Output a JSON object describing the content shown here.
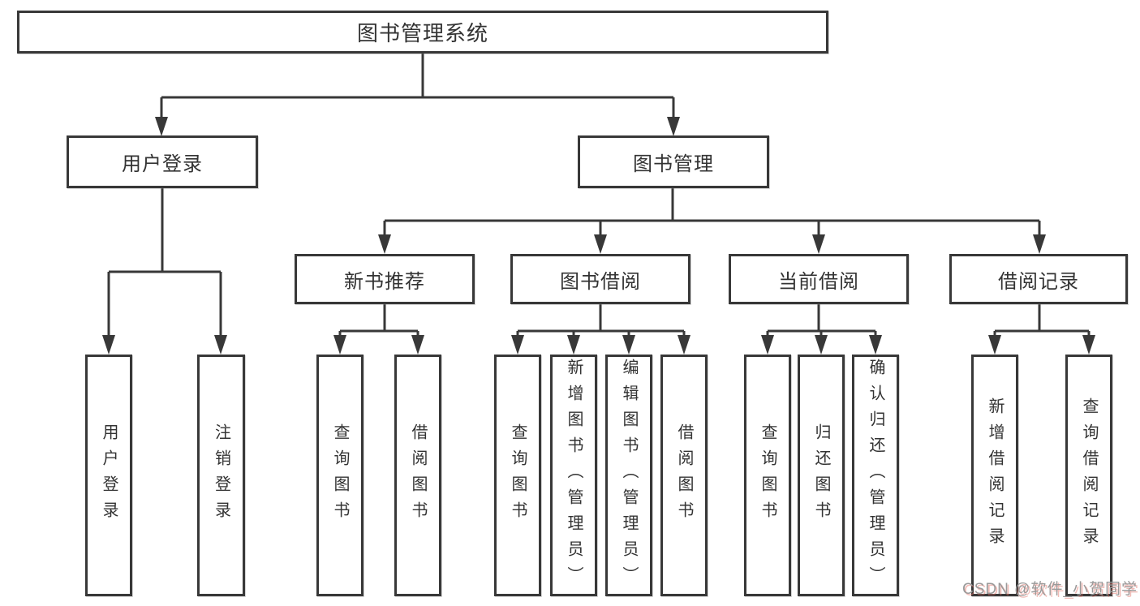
{
  "diagram": {
    "root": {
      "label": "图书管理系统"
    },
    "level2": [
      {
        "label": "用户登录"
      },
      {
        "label": "图书管理"
      }
    ],
    "level3": [
      {
        "label": "新书推荐"
      },
      {
        "label": "图书借阅"
      },
      {
        "label": "当前借阅"
      },
      {
        "label": "借阅记录"
      }
    ],
    "level4": {
      "login": [
        "用户登录",
        "注销登录"
      ],
      "newrec": [
        "查询图书",
        "借阅图书"
      ],
      "borrow": [
        "查询图书",
        "新增图书（管理员）",
        "编辑图书（管理员）",
        "借阅图书"
      ],
      "current": [
        "查询图书",
        "归还图书",
        "确认归还（管理员）"
      ],
      "record": [
        "新增借阅记录",
        "查询借阅记录"
      ]
    }
  },
  "watermark": {
    "text": "CSDN @软件_小贺同学"
  },
  "colors": {
    "line": "#383838",
    "text": "#333333",
    "watermark_gray": "#9a9a9a",
    "watermark_shadow": "#e06a5f",
    "background": "#ffffff"
  }
}
